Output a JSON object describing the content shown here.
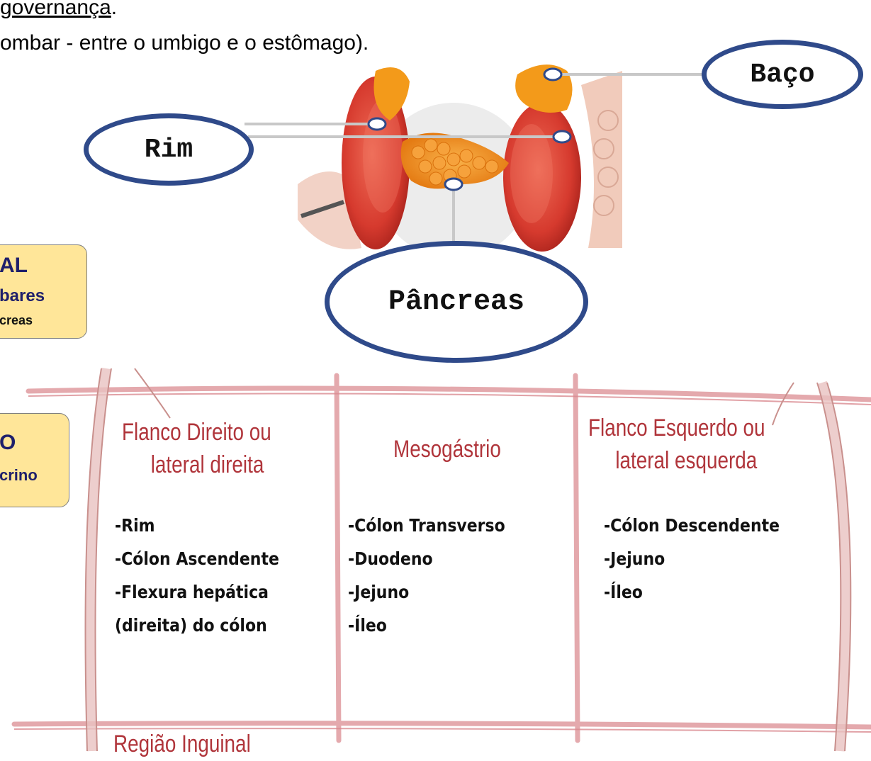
{
  "header": {
    "line1": "governança",
    "line1_suffix": ".",
    "line2": "ombar - entre o umbigo e o estômago)."
  },
  "labels": {
    "baco": "Baço",
    "rim": "Rim",
    "pancreas": "Pâncreas"
  },
  "side_box_1": {
    "line1": "AL",
    "line2": "bares",
    "line3": "creas"
  },
  "side_box_2": {
    "line1": "O",
    "line2": "crino"
  },
  "regions": [
    {
      "title_line1": "Flanco Direito ou",
      "title_line2": "lateral direita",
      "items": [
        "-Rim",
        "-Cólon Ascendente",
        "-Flexura hepática",
        "(direita) do cólon"
      ]
    },
    {
      "title_line1": "Mesogástrio",
      "title_line2": "",
      "items": [
        "-Cólon Transverso",
        "-Duodeno",
        "-Jejuno",
        "-Íleo"
      ]
    },
    {
      "title_line1": "Flanco Esquerdo ou",
      "title_line2": "lateral esquerda",
      "items": [
        "-Cólon Descendente",
        "-Jejuno",
        "-Íleo"
      ]
    }
  ],
  "bottom_label": "Região Inguinal",
  "colors": {
    "oval_border": "#2f4a8a",
    "box_fill": "#ffe699",
    "box_text": "#1f1f6b",
    "region_title": "#b0353b",
    "grid_line": "#e4a9ad",
    "kidney": "#d63a2e",
    "spleen": "#f39a1a",
    "pancreas": "#f08a1a"
  }
}
